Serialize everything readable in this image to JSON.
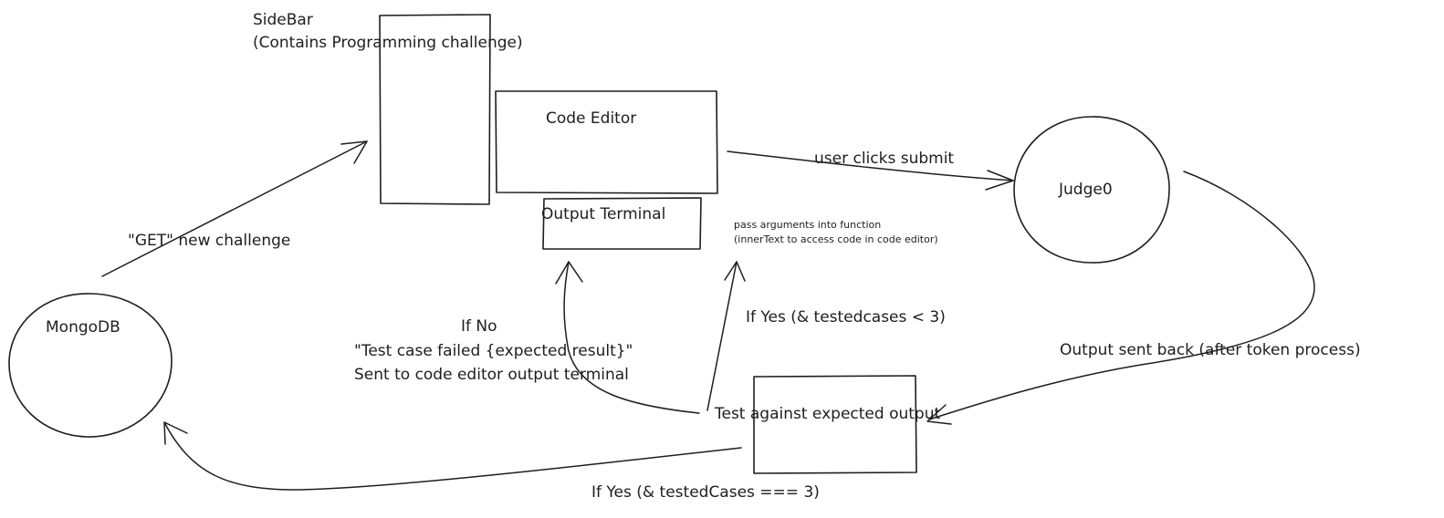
{
  "nodes": {
    "sidebar": {
      "title": "SideBar",
      "subtitle": "(Contains Programming challenge)"
    },
    "code_editor": {
      "label": "Code Editor"
    },
    "output_terminal": {
      "label": "Output Terminal"
    },
    "judge0": {
      "label": "Judge0"
    },
    "mongodb": {
      "label": "MongoDB"
    },
    "test": {
      "label": "Test against expected output"
    }
  },
  "edges": {
    "get_challenge": "\"GET\" new challenge",
    "submit": "user clicks submit",
    "pass_args": {
      "line1": "pass arguments into function",
      "line2": "(innerText to access code in code editor)"
    },
    "output_back": "Output sent back (after token process)",
    "if_no": {
      "line1": "If No",
      "line2": "\"Test case failed {expected result}\"",
      "line3": "Sent to code editor output terminal"
    },
    "if_yes_less": "If Yes (& testedcases < 3)",
    "if_yes_equal": "If Yes (& testedCases === 3)"
  }
}
